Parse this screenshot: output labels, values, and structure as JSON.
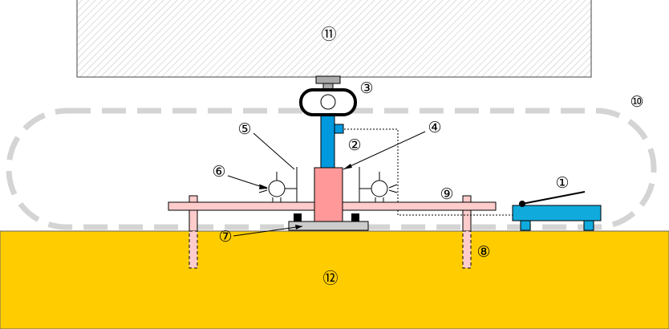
{
  "labels": {
    "pedal": "①",
    "column": "②",
    "head": "③",
    "block": "④",
    "gauge_rod": "⑤",
    "dial_gauge": "⑥",
    "base_plate": "⑦",
    "support_leg": "⑧",
    "beam": "⑨",
    "enclosure": "⑩",
    "ceiling_slab": "⑪",
    "ground": "⑫"
  },
  "colors": {
    "ground": "#ffcc00",
    "slab_hatch": "#c8c8c8",
    "enclosure_dash": "#d4d4d4",
    "beam": "#ffcccc",
    "block": "#ff9999",
    "column": "#0099dd",
    "pedal": "#11aadd",
    "base_plate": "#cccccc",
    "head_knob": "#aaaaaa",
    "line": "#000000"
  }
}
